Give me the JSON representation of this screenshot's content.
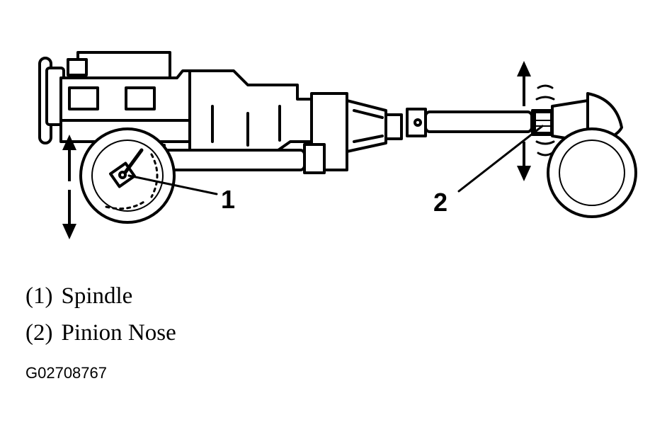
{
  "callouts": [
    {
      "number": "1",
      "label": "Spindle"
    },
    {
      "number": "2",
      "label": "Pinion Nose"
    }
  ],
  "legend": [
    {
      "number": "(1)",
      "label": "Spindle"
    },
    {
      "number": "(2)",
      "label": "Pinion Nose"
    }
  ],
  "figure_id": "G02708767"
}
